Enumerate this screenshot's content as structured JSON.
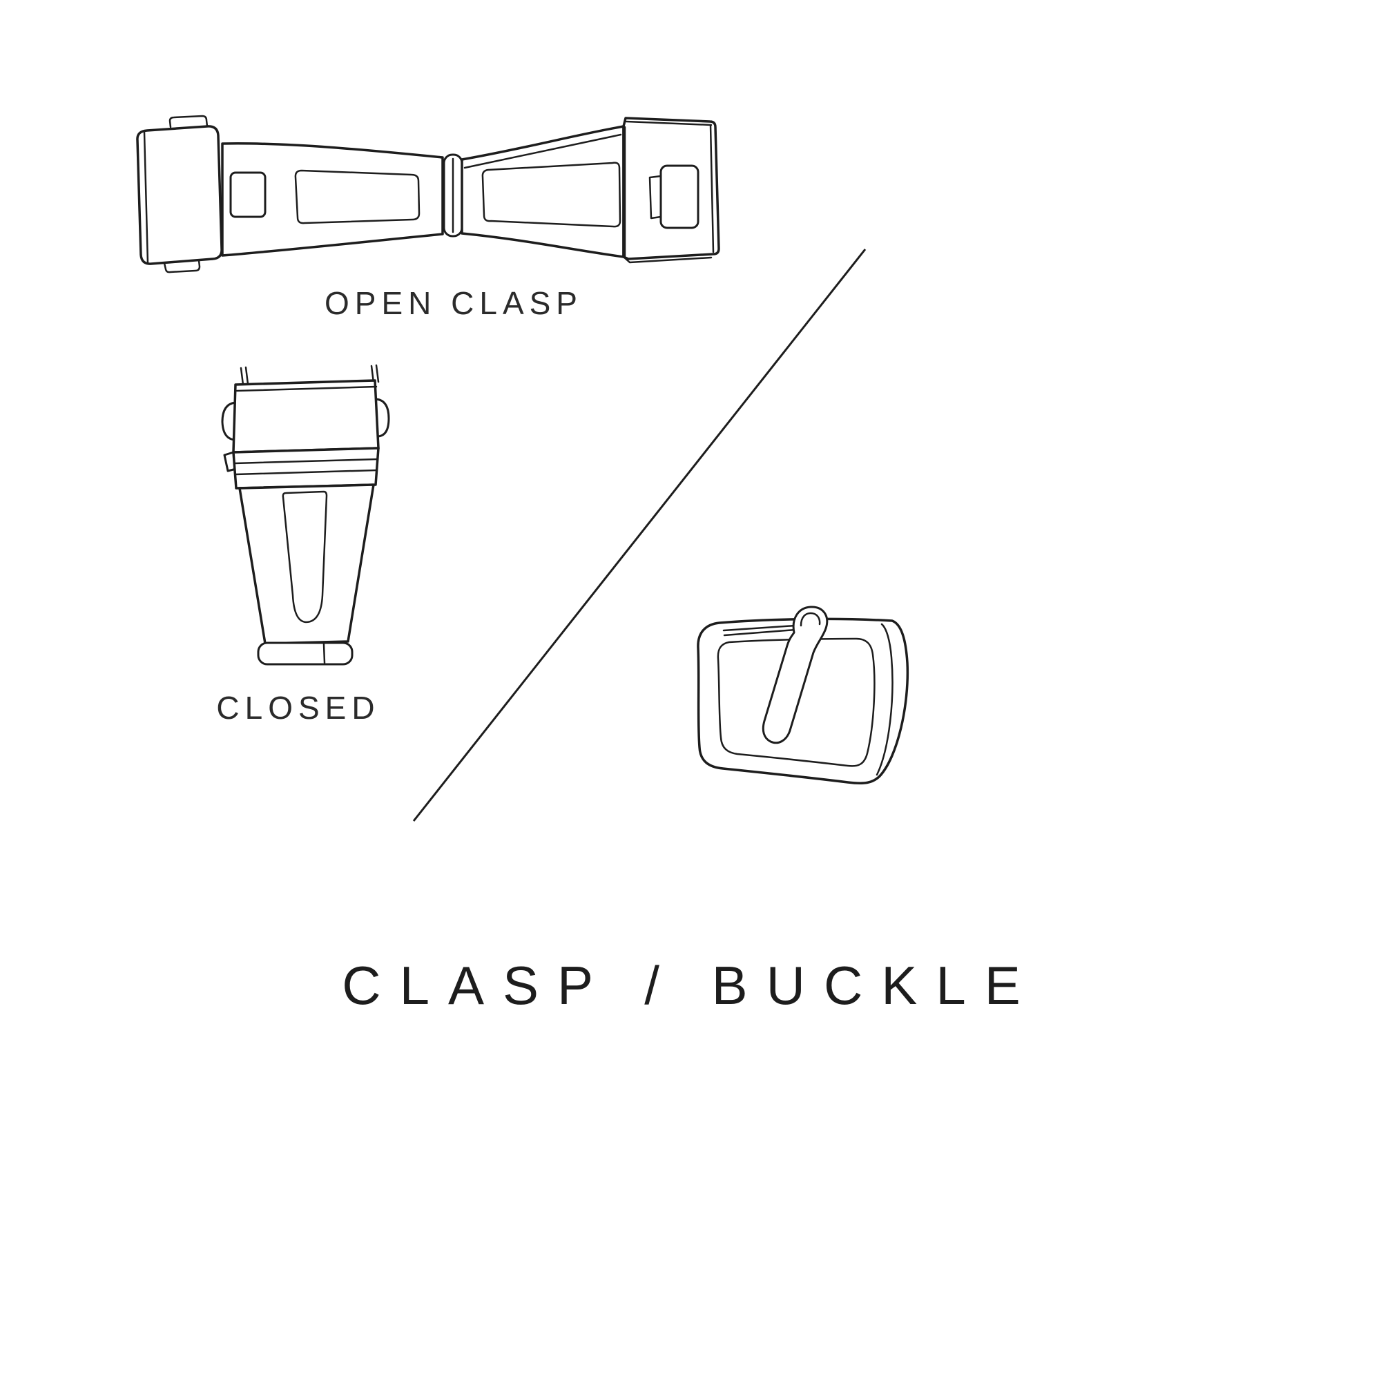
{
  "page": {
    "title": "CLASP / BUCKLE",
    "background_color": "#ffffff",
    "line_color": "#1d1d1d",
    "text_color": "#2b2b2b"
  },
  "figures": {
    "open_clasp": {
      "label": "OPEN CLASP"
    },
    "closed_clasp": {
      "label": "CLOSED"
    },
    "buckle": {
      "label": ""
    }
  }
}
